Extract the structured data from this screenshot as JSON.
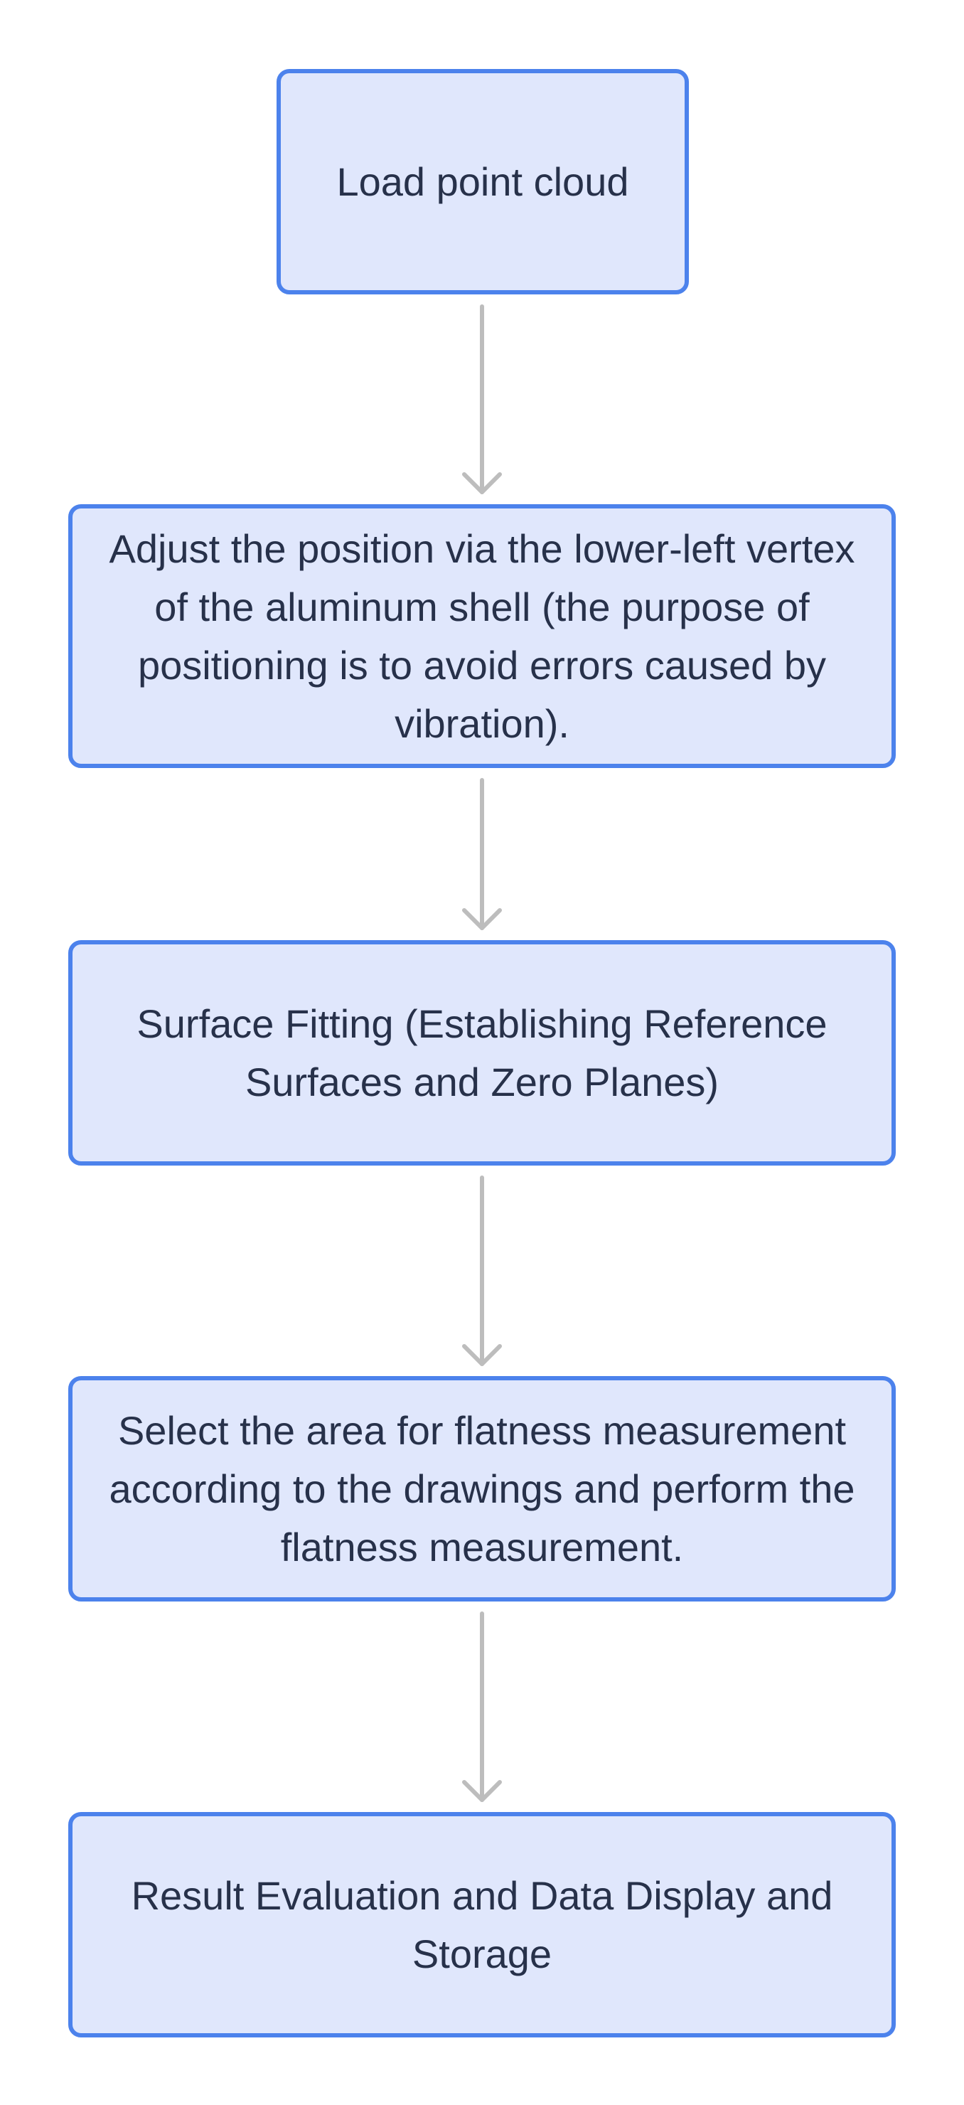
{
  "flowchart": {
    "steps": [
      {
        "label": "Load point cloud"
      },
      {
        "label": "Adjust the position via the lower-left vertex of the aluminum shell (the purpose of positioning is to avoid errors caused by vibration)."
      },
      {
        "label": "Surface Fitting (Establishing Reference Surfaces and Zero Planes)"
      },
      {
        "label": "Select the area for flatness measurement according to the drawings and perform the flatness measurement."
      },
      {
        "label": "Result Evaluation and Data Display and Storage"
      }
    ],
    "colors": {
      "node_fill": "#e0e7fc",
      "node_border": "#4c82ec",
      "node_text": "#27314a",
      "connector": "#bdbdbd"
    }
  }
}
